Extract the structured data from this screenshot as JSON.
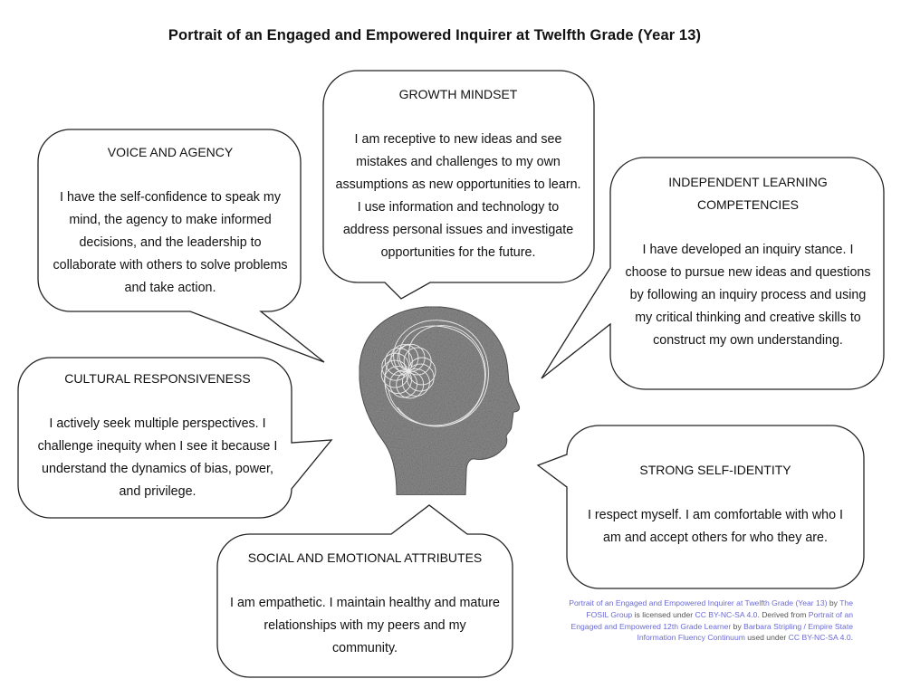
{
  "title": "Portrait of an Engaged and Empowered Inquirer at Twelfth Grade (Year 13)",
  "bubbles": {
    "growth": {
      "heading": "GROWTH MINDSET",
      "body": "I am receptive to new ideas and see mistakes and challenges to my own assumptions as new opportunities to learn.  I use information and technology to address personal issues and investigate opportunities for the future."
    },
    "voice": {
      "heading": "VOICE AND AGENCY",
      "body": "I have the self-confidence to speak my mind, the agency to make informed decisions, and the leadership to collaborate with others to solve problems and take action."
    },
    "independent": {
      "heading": "INDEPENDENT LEARNING COMPETENCIES",
      "body": "I have developed an inquiry stance.  I choose to pursue new ideas and questions by following an inquiry process and using my critical thinking and creative skills to construct my own understanding."
    },
    "cultural": {
      "heading": "CULTURAL RESPONSIVENESS",
      "body": "I actively seek multiple perspectives.  I challenge inequity when I see it because I understand the dynamics of bias, power, and privilege."
    },
    "identity": {
      "heading": "STRONG SELF-IDENTITY",
      "body": "I respect myself.  I am comfortable with who I am and accept others for who they are."
    },
    "social": {
      "heading": "SOCIAL AND EMOTIONAL ATTRIBUTES",
      "body": "I am empathetic.  I maintain healthy and mature relationships with my peers and my community."
    }
  },
  "credit": {
    "work": "Portrait of an Engaged and Empowered Inquirer at Twelfth Grade (Year 13)",
    "by1": " by ",
    "author": "The FOSIL Group",
    "licensed": " is licensed under ",
    "license1": "CC BY-NC-SA 4.0",
    "derived": ". Derived from ",
    "source": "Portrait of an Engaged and Empowered 12th Grade Learner",
    "by2": " by ",
    "source_author": "Barbara Stripling / Empire State Information Fluency Continuum",
    "used": " used under ",
    "license2": "CC BY-NC-SA 4.0",
    "end": "."
  },
  "colors": {
    "link": "#6b6bd6",
    "head_fill": "#8f8f8f",
    "spiral": "#f2f2f2",
    "outline": "#222222"
  }
}
